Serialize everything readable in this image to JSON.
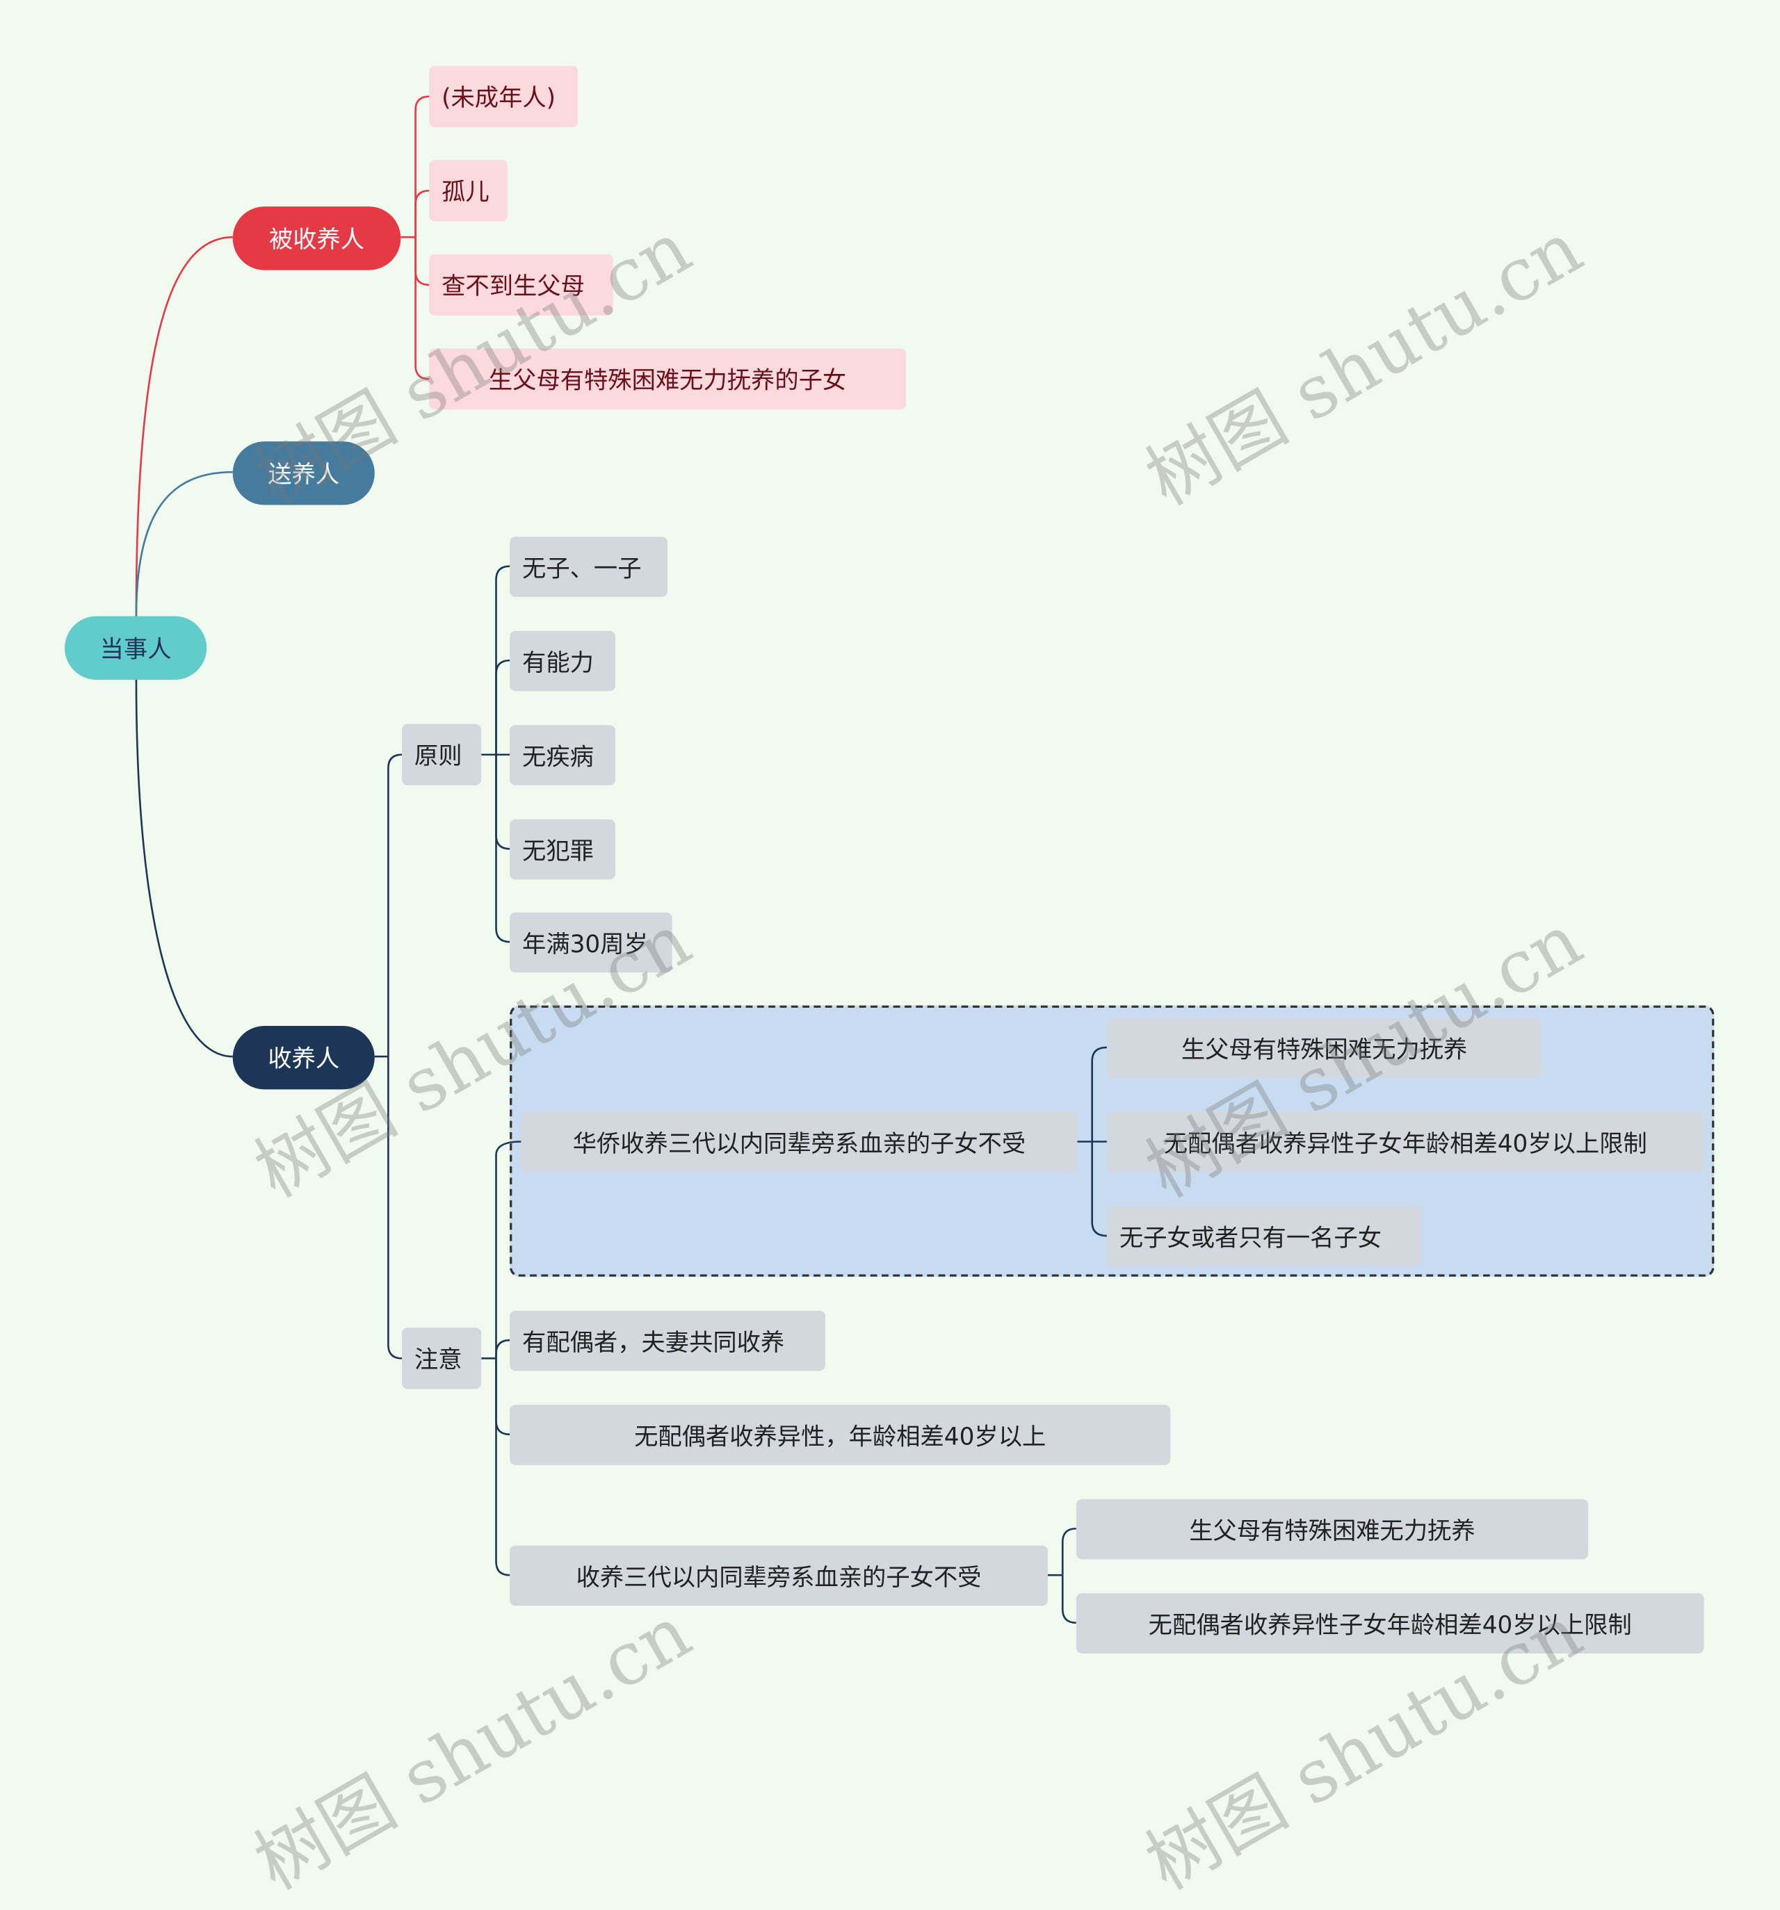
{
  "root": {
    "label": "当事人",
    "color": "#62cbcc"
  },
  "adoptee": {
    "label": "被收养人",
    "color": "#e63946",
    "items": [
      "(未成年人)",
      "孤儿",
      "查不到生父母",
      "生父母有特殊困难无力抚养的子女"
    ]
  },
  "giver": {
    "label": "送养人",
    "color": "#457b9d"
  },
  "adopter": {
    "label": "收养人",
    "color": "#1d3557",
    "principles": {
      "label": "原则",
      "items": [
        "无子、一子",
        "有能力",
        "无疾病",
        "无犯罪",
        "年满30周岁"
      ]
    },
    "notes": {
      "label": "注意",
      "overseas": {
        "label": "华侨收养三代以内同辈旁系血亲的子女不受",
        "items": [
          "生父母有特殊困难无力抚养",
          "无配偶者收养异性子女年龄相差40岁以上限制",
          "无子女或者只有一名子女"
        ]
      },
      "items": [
        "有配偶者，夫妻共同收养",
        "无配偶者收养异性，年龄相差40岁以上"
      ],
      "relatives": {
        "label": "收养三代以内同辈旁系血亲的子女不受",
        "items": [
          "生父母有特殊困难无力抚养",
          "无配偶者收养异性子女年龄相差40岁以上限制"
        ]
      }
    }
  },
  "watermark": "树图 shutu.cn"
}
